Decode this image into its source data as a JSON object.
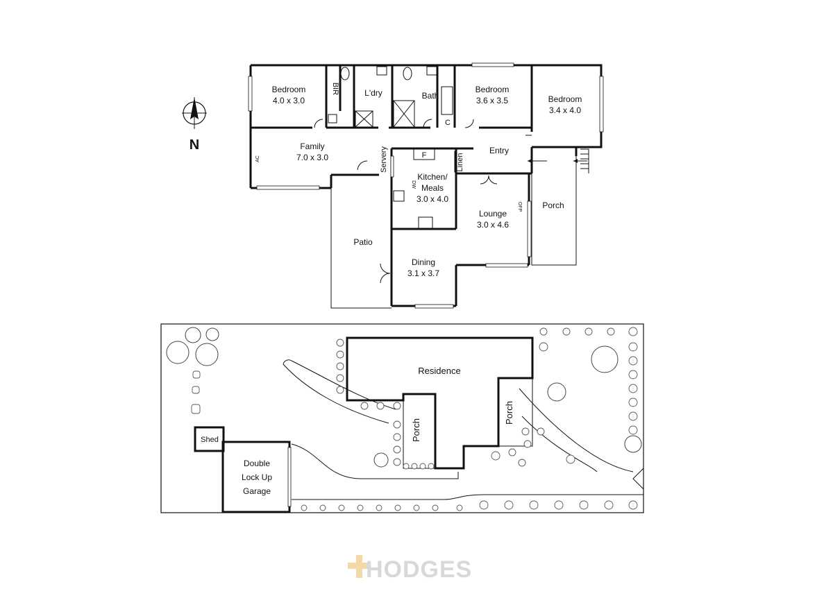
{
  "compass": {
    "label": "N"
  },
  "house": {
    "rooms": {
      "bedroom1": {
        "name": "Bedroom",
        "size": "4.0 x 3.0"
      },
      "bir": "BIR",
      "laundry": "L'dry",
      "bath": "Bath",
      "c": "C",
      "bedroom2": {
        "name": "Bedroom",
        "size": "3.6 x 3.5"
      },
      "bedroom3": {
        "name": "Bedroom",
        "size": "3.4 x 4.0"
      },
      "family": {
        "name": "Family",
        "size": "7.0 x 3.0"
      },
      "ac": "AC",
      "servery": "Servery",
      "fridge": "F",
      "kitchen": {
        "name_line1": "Kitchen/",
        "name_line2": "Meals",
        "size": "3.0 x 4.0"
      },
      "dw": "DW",
      "linen": "Linen",
      "entry": "Entry",
      "porch": "Porch",
      "ofp": "OFP",
      "lounge": {
        "name": "Lounge",
        "size": "3.0 x 4.6"
      },
      "patio": "Patio",
      "dining": {
        "name": "Dining",
        "size": "3.1 x 3.7"
      }
    }
  },
  "site": {
    "residence": "Residence",
    "porch_left": "Porch",
    "porch_right": "Porch",
    "shed": "Shed",
    "garage": {
      "line1": "Double",
      "line2": "Lock Up",
      "line3": "Garage"
    }
  },
  "brand": {
    "name": "HODGES",
    "colors": {
      "plus": "#f3d9a6",
      "text": "#d8d8d8"
    }
  }
}
